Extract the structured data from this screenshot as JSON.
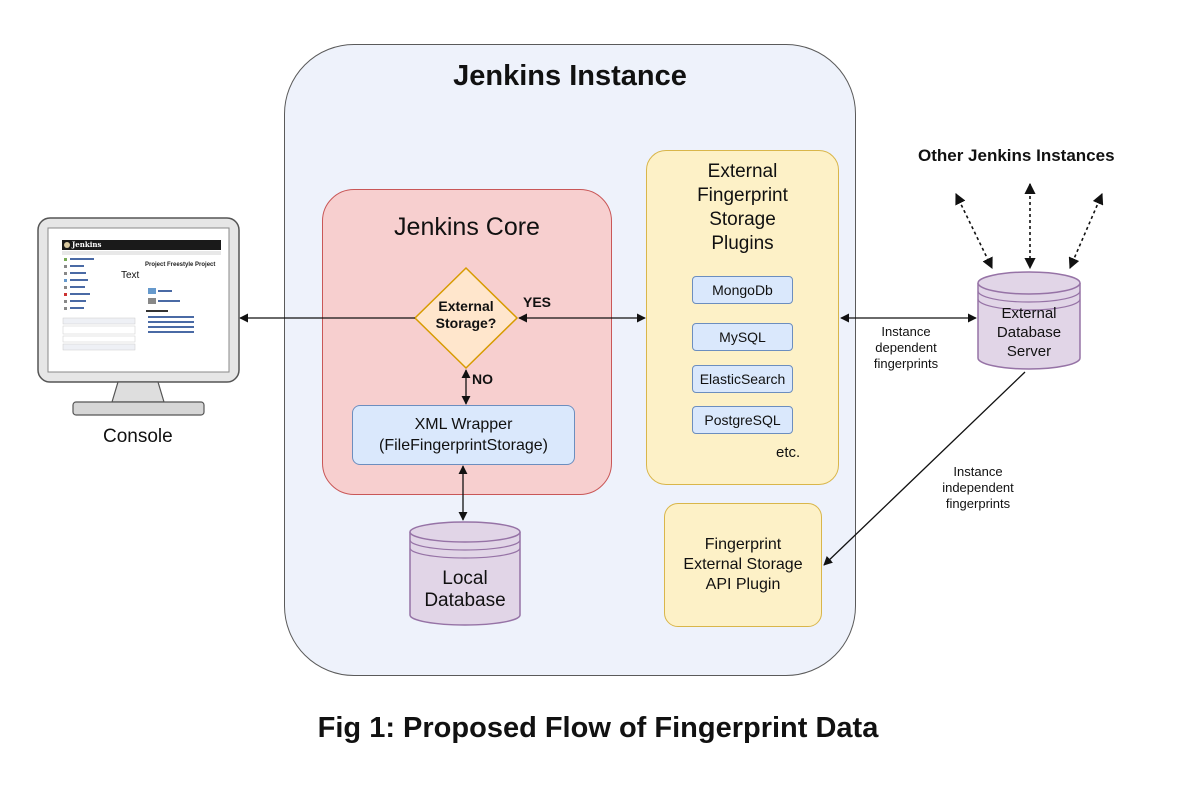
{
  "diagram": {
    "instance_title": "Jenkins Instance",
    "core_title": "Jenkins Core",
    "decision": {
      "line1": "External",
      "line2": "Storage?"
    },
    "yes_label": "YES",
    "no_label": "NO",
    "xml_wrapper": {
      "line1": "XML Wrapper",
      "line2": "(FileFingerprintStorage)"
    },
    "local_db": {
      "line1": "Local",
      "line2": "Database"
    },
    "ext_plugins": {
      "line1": "External",
      "line2": "Fingerprint",
      "line3": "Storage",
      "line4": "Plugins"
    },
    "plugins": [
      "MongoDb",
      "MySQL",
      "ElasticSearch",
      "PostgreSQL"
    ],
    "etc_label": "etc.",
    "api_plugin": {
      "line1": "Fingerprint",
      "line2": "External Storage",
      "line3": "API Plugin"
    },
    "other_instances": "Other Jenkins Instances",
    "ext_db": {
      "line1": "External",
      "line2": "Database",
      "line3": "Server"
    },
    "instance_dependent": {
      "line1": "Instance",
      "line2": "dependent",
      "line3": "fingerprints"
    },
    "instance_independent": {
      "line1": "Instance",
      "line2": "independent",
      "line3": "fingerprints"
    },
    "console_label": "Console",
    "console_screen": {
      "logo_text": "Jenkins",
      "project_title": "Project Freestyle Project",
      "overlay_text": "Text"
    }
  },
  "caption": "Fig 1: Proposed Flow of Fingerprint Data",
  "colors": {
    "instance_fill": "#eef2fb",
    "core_fill": "#f7cfcf",
    "core_stroke": "#c95757",
    "plugin_fill": "#fdf1c7",
    "plugin_stroke": "#d9b64a",
    "box_fill": "#dae8fc",
    "box_stroke": "#6c8ebf",
    "decision_fill": "#ffe6cc",
    "decision_stroke": "#d79b00",
    "db_fill": "#e1d5e7",
    "db_stroke": "#9673a6"
  }
}
